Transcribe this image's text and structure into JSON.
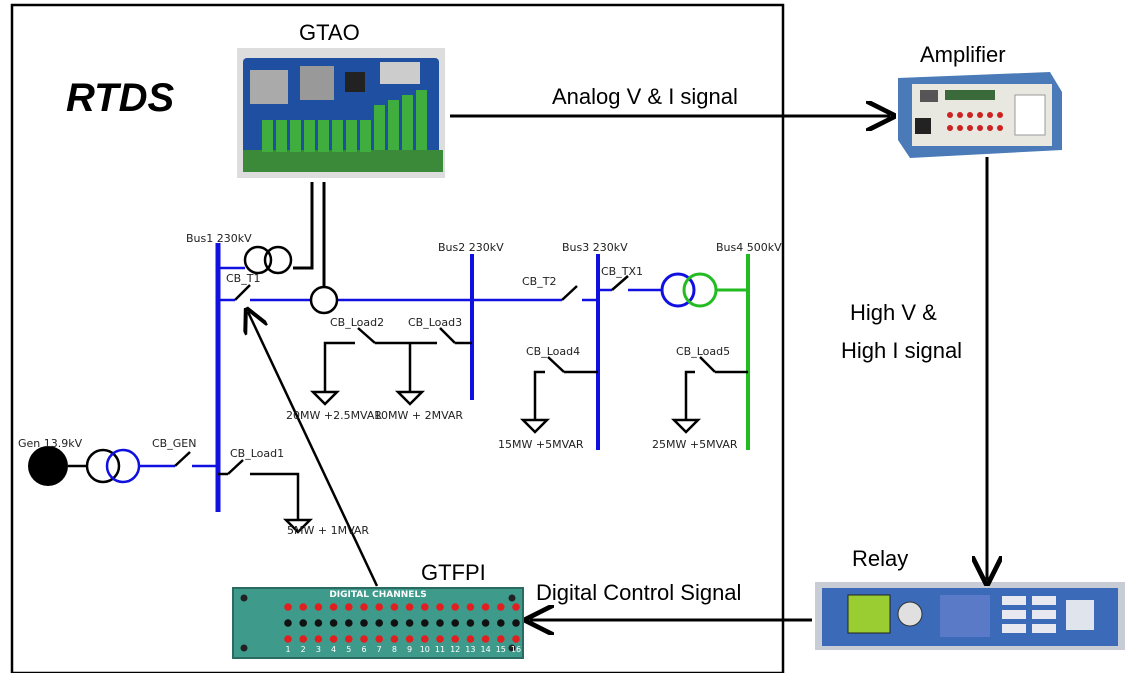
{
  "title": "RTDS",
  "devices": {
    "gtao": "GTAO",
    "gtfpi": "GTFPI",
    "amplifier": "Amplifier",
    "relay": "Relay"
  },
  "signals": {
    "analog": "Analog V & I signal",
    "high_line1": "High V &",
    "high_line2": "High I signal",
    "digital": "Digital Control Signal"
  },
  "panel": {
    "title": "DIGITAL CHANNELS",
    "channels": [
      "1",
      "2",
      "3",
      "4",
      "5",
      "6",
      "7",
      "8",
      "9",
      "10",
      "11",
      "12",
      "13",
      "14",
      "15",
      "16"
    ]
  },
  "network": {
    "bus1": "Bus1 230kV",
    "bus2": "Bus2 230kV",
    "bus3": "Bus3 230kV",
    "bus4": "Bus4 500kV",
    "gen": "Gen 13.9kV",
    "cb_t1": "CB_T1",
    "cb_t2": "CB_T2",
    "cb_tx1": "CB_TX1",
    "cb_gen": "CB_GEN",
    "cb_load1": "CB_Load1",
    "cb_load2": "CB_Load2",
    "cb_load3": "CB_Load3",
    "cb_load4": "CB_Load4",
    "cb_load5": "CB_Load5",
    "load1": "5MW + 1MVAR",
    "load2": "20MW +2.5MVAR",
    "load3": "10MW + 2MVAR",
    "load4": "15MW +5MVAR",
    "load5": "25MW +5MVAR"
  },
  "colors": {
    "bus_blue": "#1010e0",
    "bus_green": "#22bb22",
    "line": "#000000"
  }
}
